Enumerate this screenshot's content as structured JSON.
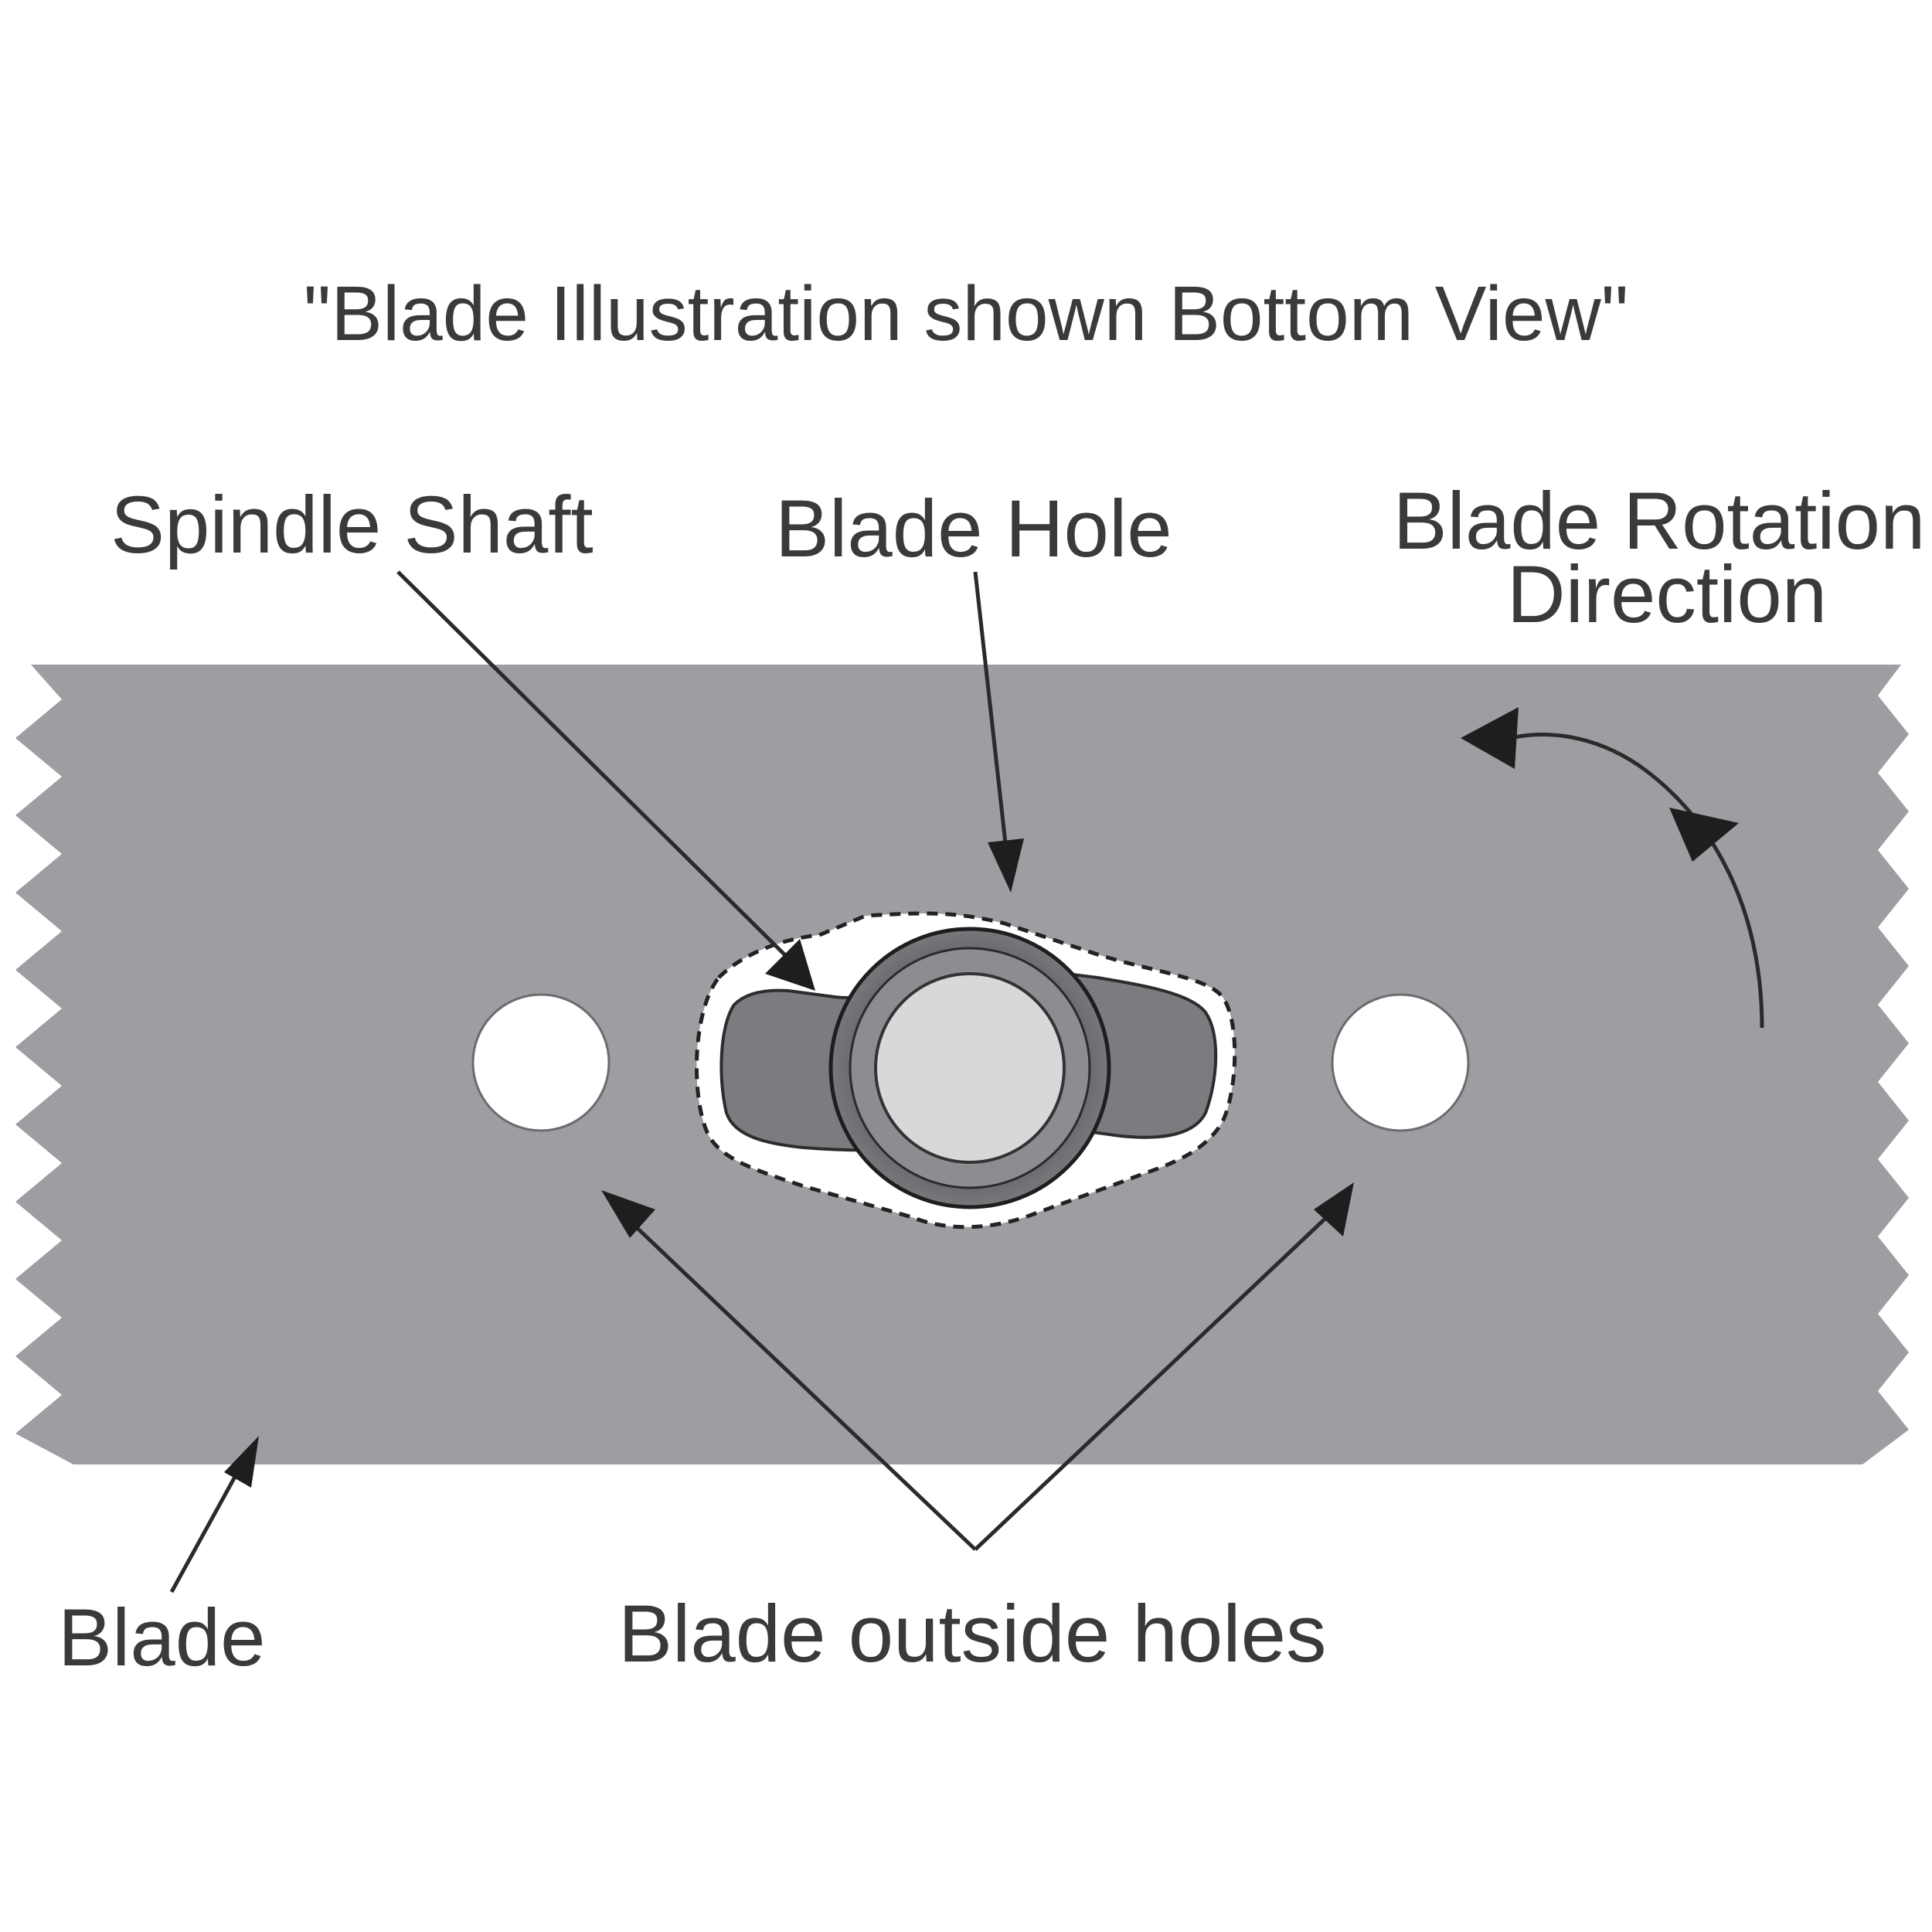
{
  "title": "\"Blade Illustration shown Bottom View\"",
  "labels": {
    "spindle_shaft": "Spindle Shaft",
    "blade_hole": "Blade Hole",
    "rotation_line1": "Blade Rotation",
    "rotation_line2": "Direction",
    "blade": "Blade",
    "outside_holes": "Blade outside holes"
  },
  "colors": {
    "background": "#ffffff",
    "blade": "#9d9ea2",
    "hole_cutout": "#ffffff",
    "blade_hole_inner": "#7b7c80",
    "spindle_ring": "#5d5e62",
    "spindle_shaft": "#d8d8da",
    "text": "#3a3a3a",
    "arrow": "#1e1e1e"
  }
}
